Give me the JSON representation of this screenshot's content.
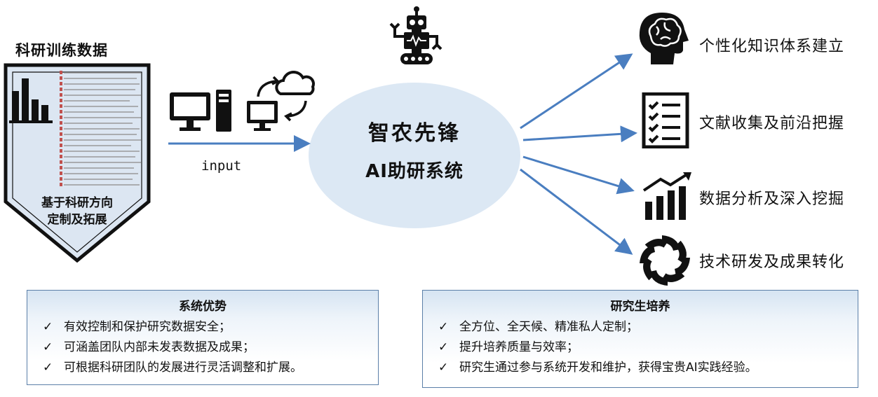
{
  "left": {
    "title": "科研训练数据",
    "subtitle_line1": "基于科研方向",
    "subtitle_line2": "定制及拓展"
  },
  "input_label": "input",
  "center": {
    "line1": "智农先锋",
    "line2": "AI助研系统"
  },
  "outputs": [
    {
      "label": "个性化知识体系建立",
      "icon": "brain-head-icon"
    },
    {
      "label": "文献收集及前沿把握",
      "icon": "checklist-icon"
    },
    {
      "label": "数据分析及深入挖掘",
      "icon": "bar-chart-trend-icon"
    },
    {
      "label": "技术研发及成果转化",
      "icon": "swirl-icon"
    }
  ],
  "advantages": {
    "title": "系统优势",
    "items": [
      "有效控制和保护研究数据安全；",
      "可涵盖团队内部未发表数据及成果；",
      "可根据科研团队的发展进行灵活调整和扩展。"
    ]
  },
  "training": {
    "title": "研究生培养",
    "items": [
      "全方位、全天候、精准私人定制；",
      "提升培养质量与效率；",
      "研究生通过参与系统开发和维护，获得宝贵AI实践经验。"
    ]
  },
  "check_glyph": "✓",
  "colors": {
    "accent_blue": "#4a7ec0",
    "ellipse_fill": "#dce8f4",
    "pentagon_fill": "#dce6f2"
  }
}
